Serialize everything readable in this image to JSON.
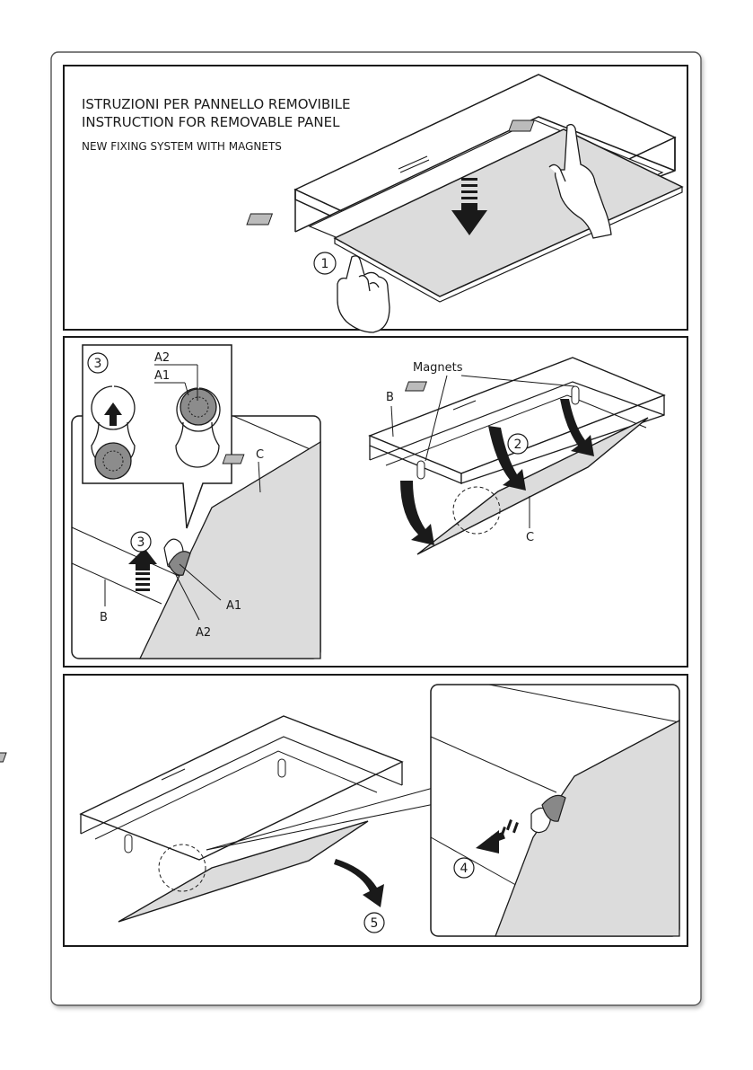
{
  "header": {
    "title_it": "ISTRUZIONI PER PANNELLO REMOVIBILE",
    "title_en": "INSTRUCTION FOR REMOVABLE PANEL",
    "subtitle": "NEW FIXING SYSTEM WITH MAGNETS"
  },
  "steps": {
    "s1": "1",
    "s2": "2",
    "s3": "3",
    "s3b": "3",
    "s4": "4",
    "s5": "5"
  },
  "labels": {
    "magnets": "Magnets",
    "b_right": "B",
    "c_right": "C",
    "b_left": "B",
    "c_left": "C",
    "a1_inset": "A1",
    "a2_inset": "A2",
    "a1_detail": "A1",
    "a2_detail": "A2"
  },
  "colors": {
    "line": "#1a1a1a",
    "panel_fill": "#dcdcdc",
    "magnet_fill": "#8c8c8c",
    "frame_fill": "#ffffff"
  }
}
